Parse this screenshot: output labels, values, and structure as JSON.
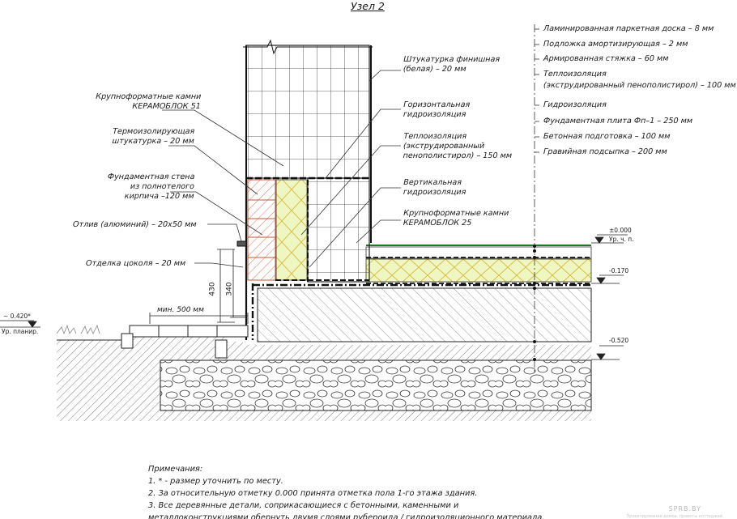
{
  "title": "Узел 2",
  "labels_left": {
    "stones51": [
      "Крупноформатные камни",
      "КЕРАМОБЛОК 51"
    ],
    "thermo_plaster": [
      "Термоизолирующая",
      "штукатурка – 20 мм"
    ],
    "foundation_wall": [
      "Фундаментная стена",
      "из полнотелого",
      "кирпича –120 мм"
    ],
    "drip": "Отлив (алюминий) – 20х50 мм",
    "plinth": "Отделка цоколя – 20 мм"
  },
  "labels_mid": {
    "finish_plaster": [
      "Штукатурка финишная",
      "(белая) – 20 мм"
    ],
    "horiz_hydro": [
      "Горизонтальная",
      "гидроизоляция"
    ],
    "insulation150": [
      "Теплоизоляция",
      "(экструдированный",
      "пенополистирол) – 150 мм"
    ],
    "vert_hydro": [
      "Вертикальная",
      "гидроизоляция"
    ],
    "stones25": [
      "Крупноформатные камни",
      "КЕРАМОБЛОК 25"
    ]
  },
  "floor_layers": [
    "Ламинированная паркетная доска – 8 мм",
    "Подложка амортизирующая – 2 мм",
    "Армированная стяжка – 60 мм",
    "Теплоизоляция",
    "(экструдированный пенополистирол) – 100 мм",
    "Гидроизоляция",
    "Фундаментная плита Фп–1 – 250 мм",
    "Бетонная подготовка – 100 мм",
    "Гравийная подсыпка – 200 мм"
  ],
  "dimensions": {
    "min_width": "мин. 500 мм",
    "h430": "430",
    "h340": "340"
  },
  "elevations": {
    "zero": "±0.000",
    "zero_sub": "Ур. ч. п.",
    "m0170": "-0.170",
    "m0520": "-0.520",
    "m0420": "~ 0.420*",
    "m0420_sub": "Ур. планир."
  },
  "notes": [
    "Примечания:",
    "1. * - размер уточнить по месту.",
    "2. За относительную отметку 0.000 принята отметка пола 1-го этажа здания.",
    "3. Все деревянные детали, соприкасающиеся с бетонными, каменными и",
    "металлоконструкциями обернуть двумя слоями рубероида / гидроизоляционного материала."
  ],
  "watermark": "SPRB.BY",
  "watermark_sub": "Проектирование домов, проекты коттеджей"
}
